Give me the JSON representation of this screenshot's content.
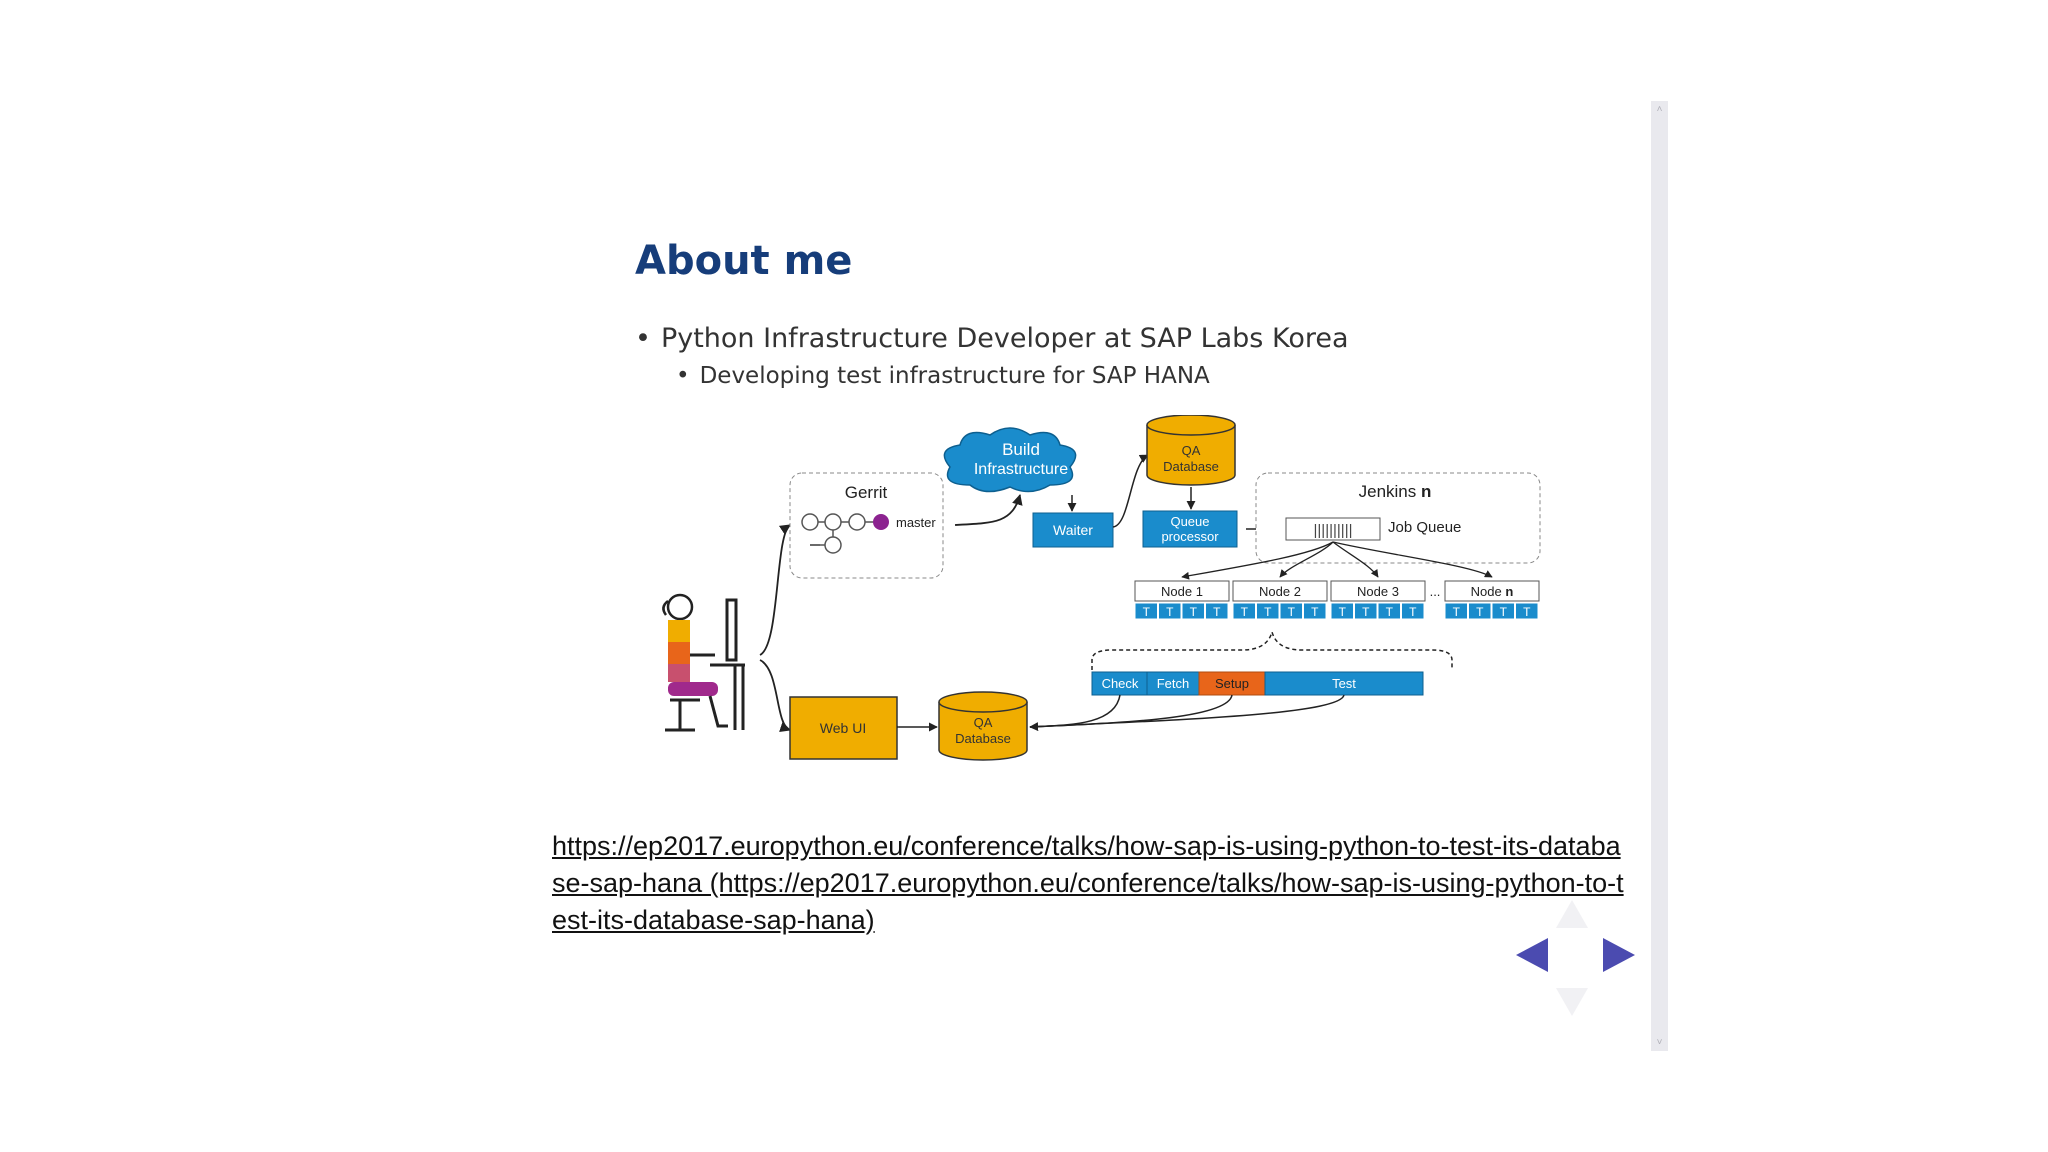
{
  "slide": {
    "title": "About me",
    "bullet_1": "Python Infrastructure Developer at SAP Labs Korea",
    "bullet_2": "Developing test infrastructure for SAP HANA",
    "bullet_symbol": "•"
  },
  "diagram": {
    "gerrit": "Gerrit",
    "master": "master",
    "build_line1": "Build",
    "build_line2": "Infrastructure",
    "waiter": "Waiter",
    "qa_db_top_line1": "QA",
    "qa_db_top_line2": "Database",
    "queue_line1": "Queue",
    "queue_line2": "processor",
    "jenkins": "Jenkins",
    "jenkins_n": "n",
    "job_queue": "Job Queue",
    "job_queue_bars": "||||||||||",
    "nodes": [
      "Node 1",
      "Node 2",
      "Node 3",
      "Node"
    ],
    "node_n": "n",
    "ellipsis": "...",
    "task": "T",
    "pipeline": [
      "Check",
      "Fetch",
      "Setup",
      "Test"
    ],
    "web_ui": "Web UI",
    "qa_db_bottom_line1": "QA",
    "qa_db_bottom_line2": "Database"
  },
  "link": {
    "text": "https://ep2017.europython.eu/conference/talks/how-sap-is-using-python-to-test-its-database-sap-hana (https://ep2017.europython.eu/conference/talks/how-sap-is-using-python-to-test-its-database-sap-hana)"
  },
  "scrollbar": {
    "up_glyph": "˄",
    "down_glyph": "˅"
  },
  "colors": {
    "title": "#163d7a",
    "blue": "#1a8ccc",
    "orange_db": "#f0ad00",
    "setup": "#e8651a",
    "nav_arrow": "#4b4bb0"
  }
}
